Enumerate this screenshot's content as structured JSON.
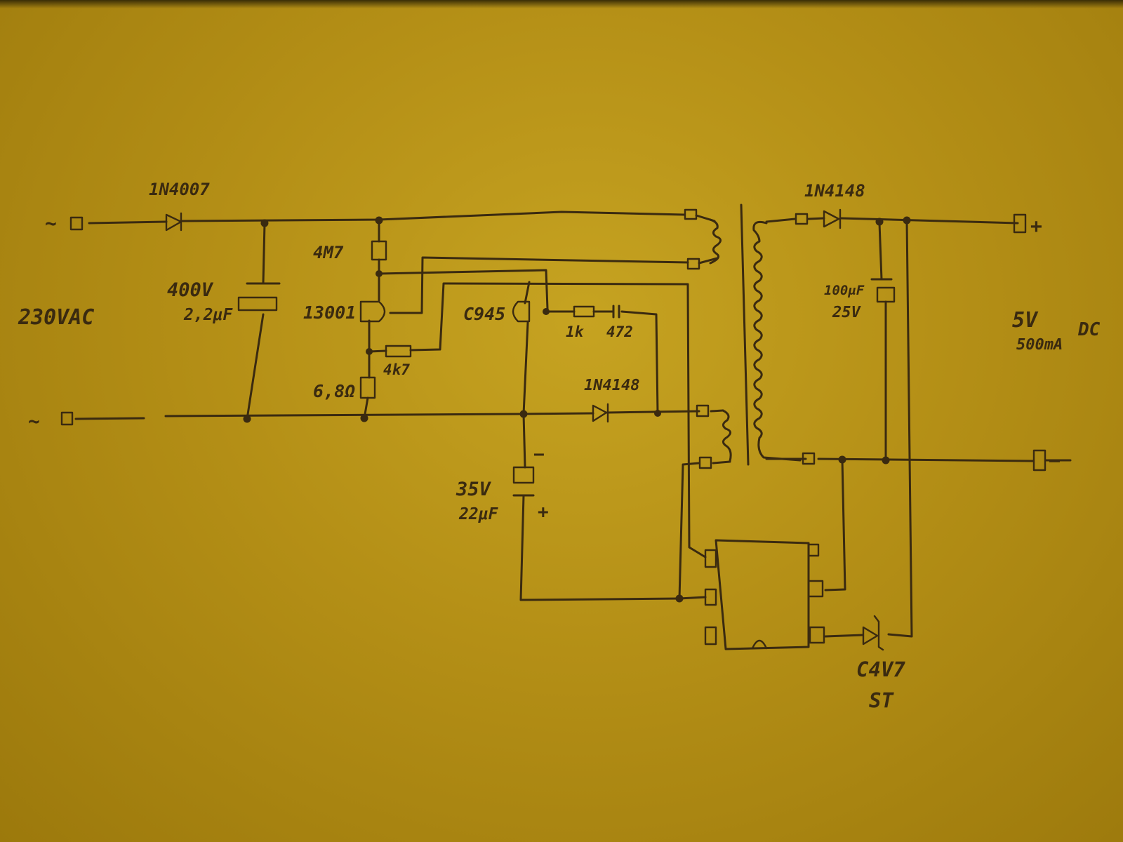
{
  "labels": {
    "ac_input": "230VAC",
    "ac_symbol": "~",
    "rectifier_diode": "1N4007",
    "bulk_cap_voltage": "400V",
    "bulk_cap_value": "2,2μF",
    "start_resistor": "4M7",
    "main_transistor": "13001",
    "base_resistor": "4k7",
    "emitter_resistor": "6,8Ω",
    "control_transistor": "C945",
    "snubber_resistor": "1k",
    "snubber_cap": "472",
    "aux_diode": "1N4148",
    "aux_cap_voltage": "35V",
    "aux_cap_value": "22μF",
    "cap_minus": "−",
    "cap_plus": "+",
    "output_diode": "1N4148",
    "output_cap_value": "100μF",
    "output_cap_voltage": "25V",
    "output_voltage": "5V",
    "output_type": "DC",
    "output_current": "500mA",
    "output_plus": "+",
    "output_minus": "−",
    "zener_part": "C4V7",
    "zener_suffix": "ST"
  },
  "colors": {
    "paper": "#b8921a",
    "ink": "#3a2a10"
  }
}
